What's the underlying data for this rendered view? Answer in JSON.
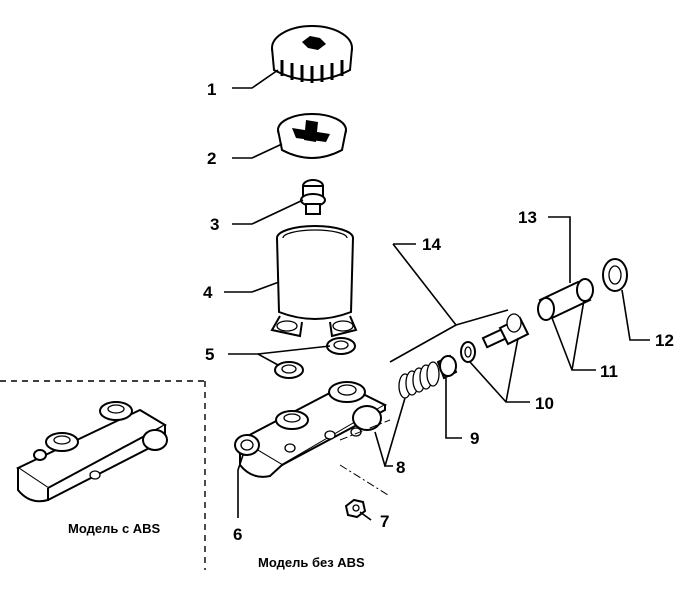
{
  "labels": {
    "l1": "1",
    "l2": "2",
    "l3": "3",
    "l4": "4",
    "l5": "5",
    "l6": "6",
    "l7": "7",
    "l8": "8",
    "l9": "9",
    "l10": "10",
    "l11": "11",
    "l12": "12",
    "l13": "13",
    "l14": "14"
  },
  "captions": {
    "with_abs": "Модель с ABS",
    "without_abs": "Модель без ABS"
  }
}
